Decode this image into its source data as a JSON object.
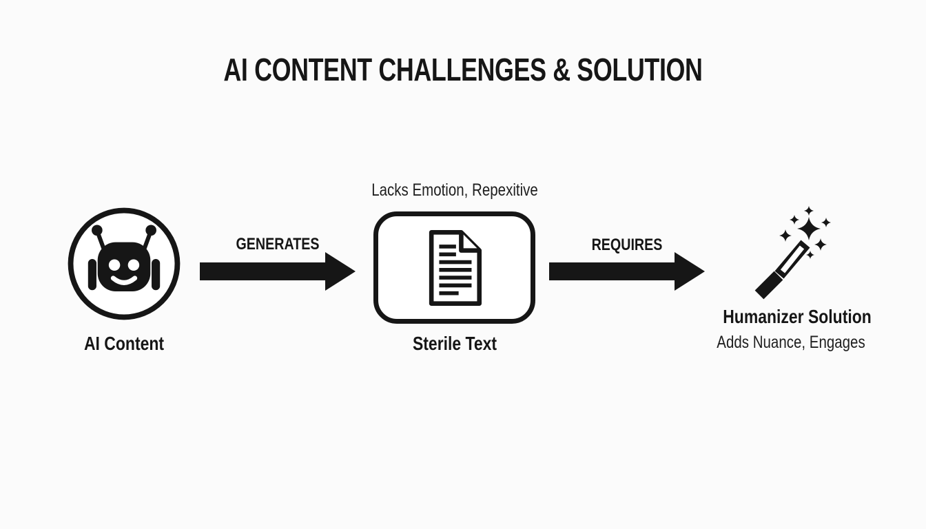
{
  "page": {
    "background": "#fbfbfb",
    "ink": "#161616"
  },
  "title": "AI CONTENT CHALLENGES & SOLUTION",
  "flow": {
    "source": {
      "icon": "robot-icon",
      "label": "AI Content"
    },
    "arrow1": {
      "icon": "arrow-right-icon",
      "label": "GENERATES"
    },
    "problem": {
      "icon": "document-icon",
      "caption_top": "Lacks Emotion, Repexitive",
      "label": "Sterile Text"
    },
    "arrow2": {
      "icon": "arrow-right-icon",
      "label": "REQUIRES"
    },
    "solution": {
      "icon": "magic-wand-icon",
      "label": "Humanizer Solution",
      "caption_bottom": "Adds Nuance, Engages"
    }
  }
}
